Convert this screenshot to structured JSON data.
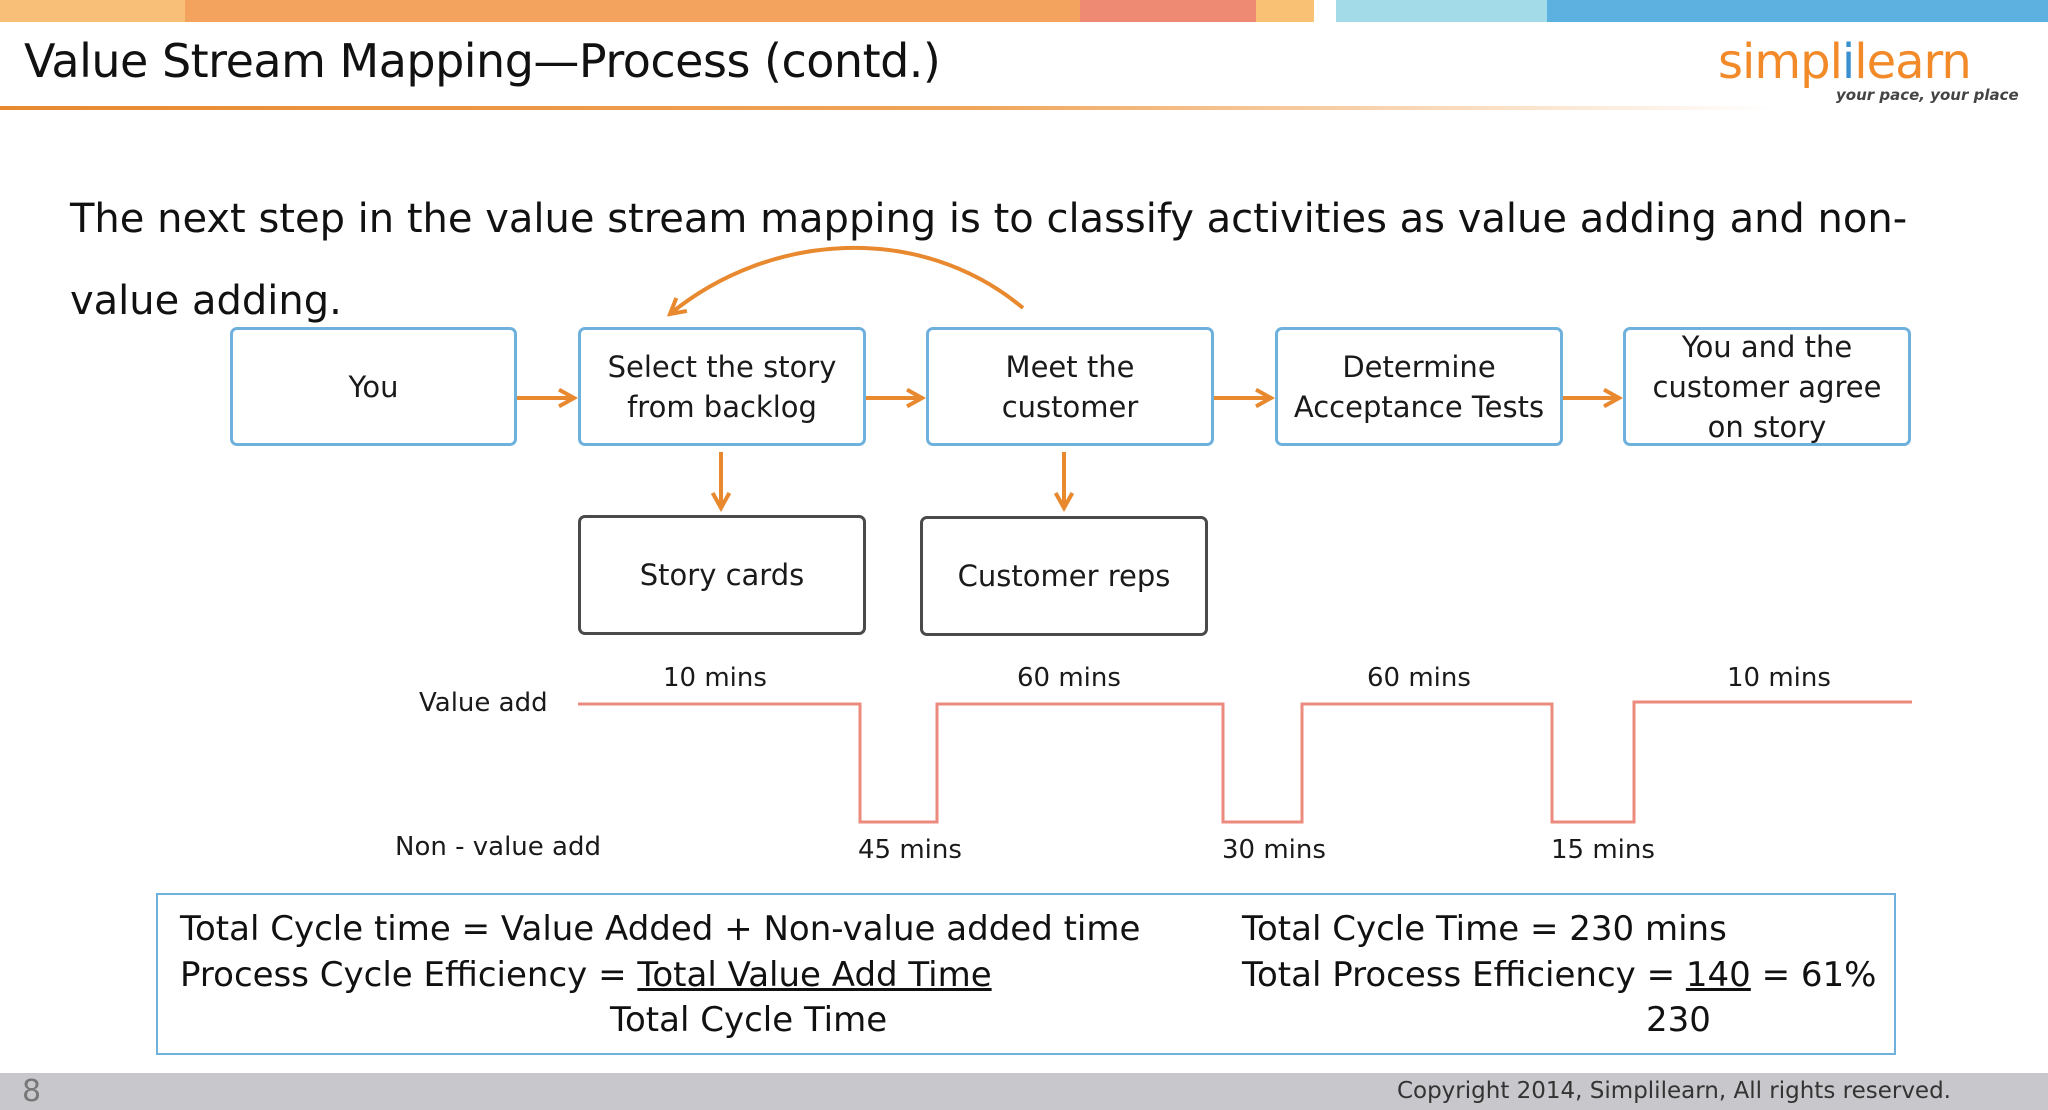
{
  "header": {
    "title": "Value Stream Mapping—Process (contd.)",
    "logo_text_main": "simpl",
    "logo_text_accent": "i",
    "logo_text_end": "learn",
    "logo_tagline": "your pace, your place",
    "bar_colors": [
      "#f5b870",
      "#f3a35e",
      "#f4a25f",
      "#ee8a73",
      "#f8c173",
      "#ffffff",
      "#a3dbe8",
      "#5cb1e0"
    ]
  },
  "intro_text": "The next step in the value stream mapping is to classify activities as value adding and non-value adding.",
  "process_boxes": [
    {
      "label": "You"
    },
    {
      "label": "Select the story\nfrom backlog"
    },
    {
      "label": "Meet the\ncustomer"
    },
    {
      "label": "Determine\nAcceptance Tests"
    },
    {
      "label": "You and the\ncustomer agree\non story"
    }
  ],
  "output_boxes": [
    {
      "label": "Story cards"
    },
    {
      "label": "Customer reps"
    }
  ],
  "timeline": {
    "value_add_label": "Value add",
    "non_value_add_label": "Non - value add",
    "value_add_times": [
      "10 mins",
      "60 mins",
      "60 mins",
      "10 mins"
    ],
    "non_value_add_times": [
      "45 mins",
      "30 mins",
      "15 mins"
    ],
    "line_color": "#ec8a7d"
  },
  "summary": {
    "line1_left": "Total Cycle time = Value Added + Non-value added time",
    "line2_left_prefix": "Process Cycle Efficiency = ",
    "line2_left_numerator": "Total Value Add Time",
    "line3_left_denominator": "Total Cycle Time",
    "line1_right": "Total Cycle Time = 230 mins",
    "line2_right_prefix": "Total Process Efficiency = ",
    "line2_right_numerator": "140",
    "line2_right_suffix": " = 61%",
    "line3_right_denominator": "230"
  },
  "footer": {
    "page_number": "8",
    "copyright": "Copyright 2014, Simplilearn, All rights reserved."
  },
  "colors": {
    "arrow": "#e8892f",
    "box_border_blue": "#6fb1dd",
    "box_border_gray": "#4a4a4a",
    "footer_bg": "#c8c8cc"
  }
}
